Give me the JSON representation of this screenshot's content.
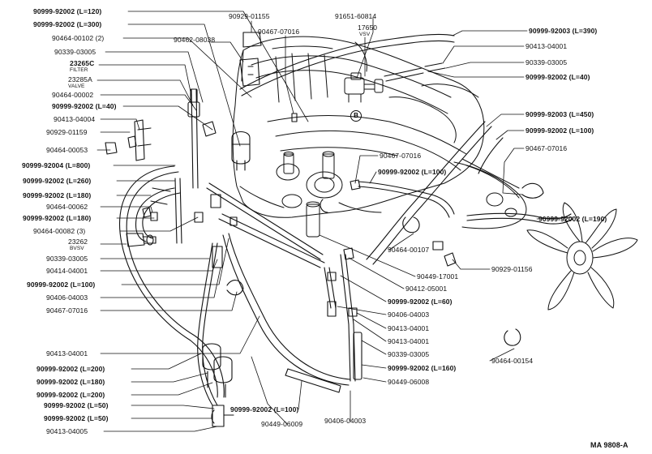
{
  "diagram": {
    "reference": "MA 9808-A",
    "circle_marker": "B",
    "labels_left": [
      {
        "id": "l1",
        "text": "90999-92002 (L=120)",
        "bold": true
      },
      {
        "id": "l2",
        "text": "90999-92002 (L=300)",
        "bold": true
      },
      {
        "id": "l3",
        "text": "90464-00102 (2)"
      },
      {
        "id": "l4",
        "text": "90339-03005"
      },
      {
        "id": "l5",
        "text": "23265C",
        "sub": "FILTER",
        "bold": true
      },
      {
        "id": "l6",
        "text": "23285A",
        "sub": "VALVE"
      },
      {
        "id": "l7",
        "text": "90464-00002"
      },
      {
        "id": "l8",
        "text": "90999-92002 (L=40)",
        "bold": true
      },
      {
        "id": "l9",
        "text": "90413-04004"
      },
      {
        "id": "l10",
        "text": "90929-01159"
      },
      {
        "id": "l11",
        "text": "90464-00053"
      },
      {
        "id": "l12",
        "text": "90999-92004 (L=800)",
        "bold": true
      },
      {
        "id": "l13",
        "text": "90999-92002 (L=260)",
        "bold": true
      },
      {
        "id": "l14",
        "text": "90999-92002 (L=180)",
        "bold": true
      },
      {
        "id": "l15",
        "text": "90464-00062"
      },
      {
        "id": "l16",
        "text": "90999-92002 (L=180)",
        "bold": true
      },
      {
        "id": "l17",
        "text": "90464-00082 (3)"
      },
      {
        "id": "l18",
        "text": "23262",
        "sub": "BVSV"
      },
      {
        "id": "l19",
        "text": "90339-03005"
      },
      {
        "id": "l20",
        "text": "90414-04001"
      },
      {
        "id": "l21",
        "text": "90999-92002 (L=100)",
        "bold": true
      },
      {
        "id": "l22",
        "text": "90406-04003"
      },
      {
        "id": "l23",
        "text": "90467-07016"
      },
      {
        "id": "l24",
        "text": "90413-04001"
      },
      {
        "id": "l25",
        "text": "90999-92002 (L=200)",
        "bold": true
      },
      {
        "id": "l26",
        "text": "90999-92002 (L=180)",
        "bold": true
      },
      {
        "id": "l27",
        "text": "90999-92002 (L=200)",
        "bold": true
      },
      {
        "id": "l28",
        "text": "90999-92002 (L=50)",
        "bold": true
      },
      {
        "id": "l29",
        "text": "90999-92002 (L=50)",
        "bold": true
      },
      {
        "id": "l30",
        "text": "90413-04005"
      }
    ],
    "labels_top": [
      {
        "id": "t1",
        "text": "90929-01155"
      },
      {
        "id": "t2",
        "text": "90467-07016"
      },
      {
        "id": "t3",
        "text": "91651-60814"
      },
      {
        "id": "t4",
        "text": "17650",
        "sub": "VSV"
      },
      {
        "id": "t5",
        "text": "90462-08038"
      }
    ],
    "labels_right": [
      {
        "id": "r1",
        "text": "90999-92003 (L=390)",
        "bold": true
      },
      {
        "id": "r2",
        "text": "90413-04001"
      },
      {
        "id": "r3",
        "text": "90339-03005"
      },
      {
        "id": "r4",
        "text": "90999-92002 (L=40)",
        "bold": true
      },
      {
        "id": "r5",
        "text": "90999-92003 (L=450)",
        "bold": true
      },
      {
        "id": "r6",
        "text": "90999-92002 (L=100)",
        "bold": true
      },
      {
        "id": "r7",
        "text": "90467-07016"
      },
      {
        "id": "r8",
        "text": "90999-92002 (L=190)",
        "bold": true
      },
      {
        "id": "r9",
        "text": "90929-01156"
      },
      {
        "id": "r10",
        "text": "90464-00154"
      }
    ],
    "labels_center": [
      {
        "id": "c1",
        "text": "90467-07016"
      },
      {
        "id": "c2",
        "text": "90999-92002 (L=100)",
        "bold": true
      },
      {
        "id": "c3",
        "text": "90464-00107"
      },
      {
        "id": "c4",
        "text": "90449-17001"
      },
      {
        "id": "c5",
        "text": "90412-05001"
      },
      {
        "id": "c6",
        "text": "90999-92002 (L=60)",
        "bold": true
      },
      {
        "id": "c7",
        "text": "90406-04003"
      },
      {
        "id": "c8",
        "text": "90413-04001"
      },
      {
        "id": "c9",
        "text": "90413-04001"
      },
      {
        "id": "c10",
        "text": "90339-03005"
      },
      {
        "id": "c11",
        "text": "90999-92002 (L=160)",
        "bold": true
      },
      {
        "id": "c12",
        "text": "90449-06008"
      },
      {
        "id": "c13",
        "text": "90999-92002 (L=100)",
        "bold": true
      },
      {
        "id": "c14",
        "text": "90449-06009"
      },
      {
        "id": "c15",
        "text": "90406-04003"
      }
    ]
  }
}
